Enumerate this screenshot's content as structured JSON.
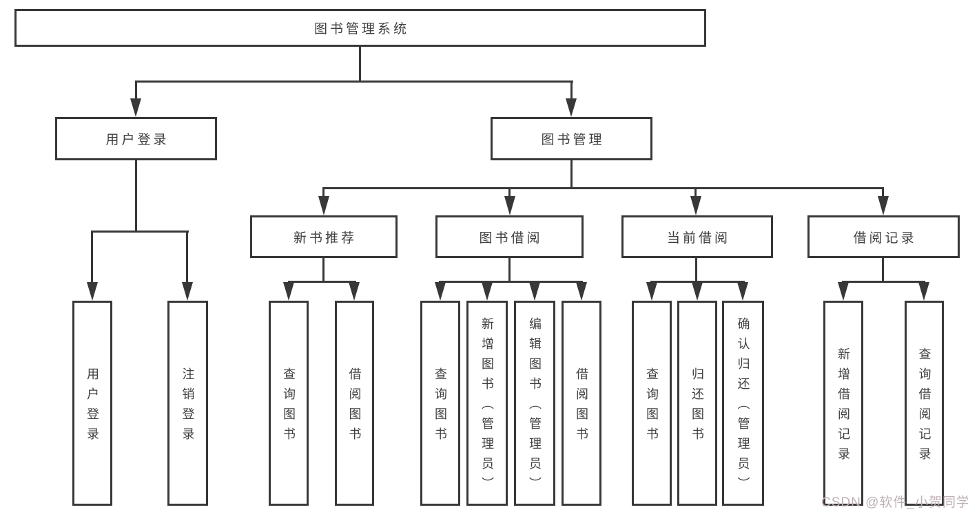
{
  "diagram": {
    "root": {
      "label": "图书管理系统"
    },
    "branches": [
      {
        "label": "用户登录",
        "children": [
          {
            "label": "用户登录"
          },
          {
            "label": "注销登录"
          }
        ]
      },
      {
        "label": "图书管理",
        "children": [
          {
            "label": "新书推荐",
            "children": [
              {
                "label": "查询图书"
              },
              {
                "label": "借阅图书"
              }
            ]
          },
          {
            "label": "图书借阅",
            "children": [
              {
                "label": "查询图书"
              },
              {
                "label": "新增图书（管理员）"
              },
              {
                "label": "编辑图书（管理员）"
              },
              {
                "label": "借阅图书"
              }
            ]
          },
          {
            "label": "当前借阅",
            "children": [
              {
                "label": "查询图书"
              },
              {
                "label": "归还图书"
              },
              {
                "label": "确认归还（管理员）"
              }
            ]
          },
          {
            "label": "借阅记录",
            "children": [
              {
                "label": "新增借阅记录"
              },
              {
                "label": "查询借阅记录"
              }
            ]
          }
        ]
      }
    ]
  },
  "watermark": {
    "text": "CSDN @软件_小贺同学"
  },
  "colors": {
    "line": "#383838",
    "text": "#3f3f3f",
    "watermark": "#bfb0b3",
    "background": "#ffffff"
  }
}
